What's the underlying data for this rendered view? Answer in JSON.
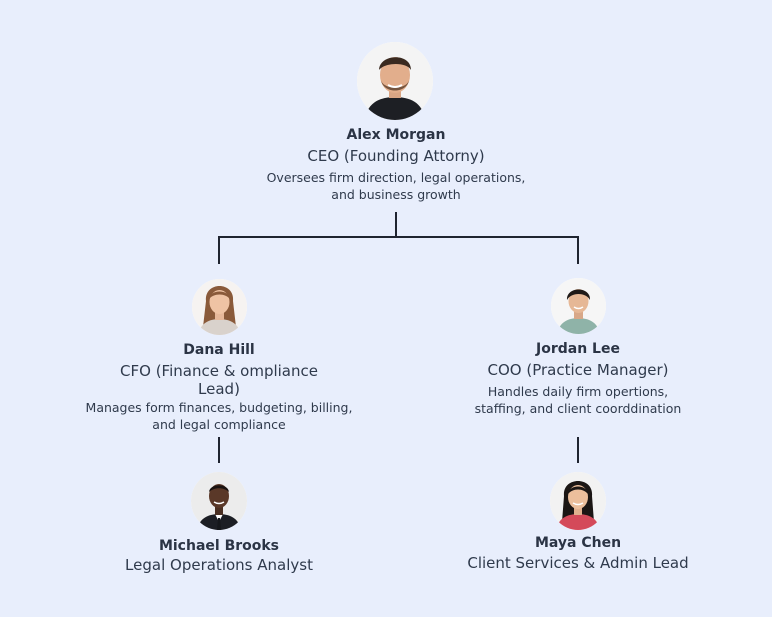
{
  "ceo": {
    "name": "Alex Morgan",
    "role": "CEO (Founding Attorny)",
    "desc_line1": "Oversees firm direction, legal operations,",
    "desc_line2": "and business growth"
  },
  "cfo": {
    "name": "Dana Hill",
    "role_line1": "CFO (Finance & ompliance",
    "role_line2": "Lead)",
    "desc_line1": "Manages form finances, budgeting, billing,",
    "desc_line2": "and legal compliance"
  },
  "coo": {
    "name": "Jordan Lee",
    "role": "COO (Practice Manager)",
    "desc_line1": "Handles daily firm opertions,",
    "desc_line2": "staffing, and client coorddination"
  },
  "analyst": {
    "name": "Michael Brooks",
    "role": "Legal Operations Analyst"
  },
  "client_lead": {
    "name": "Maya Chen",
    "role": "Client Services & Admin Lead"
  },
  "colors": {
    "background": "#e8eefc",
    "connector": "#1f2430",
    "text": "#2b3445"
  }
}
